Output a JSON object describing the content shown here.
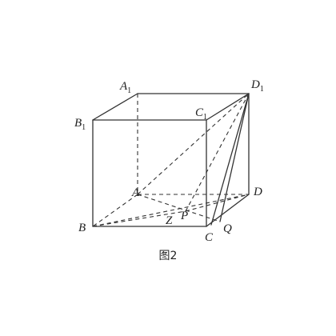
{
  "figure": {
    "caption": "图2",
    "vertices": {
      "A1": {
        "letter": "A",
        "sub": "1"
      },
      "B1": {
        "letter": "B",
        "sub": "1"
      },
      "C1": {
        "letter": "C",
        "sub": "1"
      },
      "D1": {
        "letter": "D",
        "sub": "1"
      },
      "A": {
        "letter": "A",
        "sub": ""
      },
      "B": {
        "letter": "B",
        "sub": ""
      },
      "C": {
        "letter": "C",
        "sub": ""
      },
      "D": {
        "letter": "D",
        "sub": ""
      },
      "P": {
        "letter": "P",
        "sub": ""
      },
      "Q": {
        "letter": "Q",
        "sub": ""
      },
      "Z": {
        "letter": "Z",
        "sub": ""
      }
    }
  }
}
